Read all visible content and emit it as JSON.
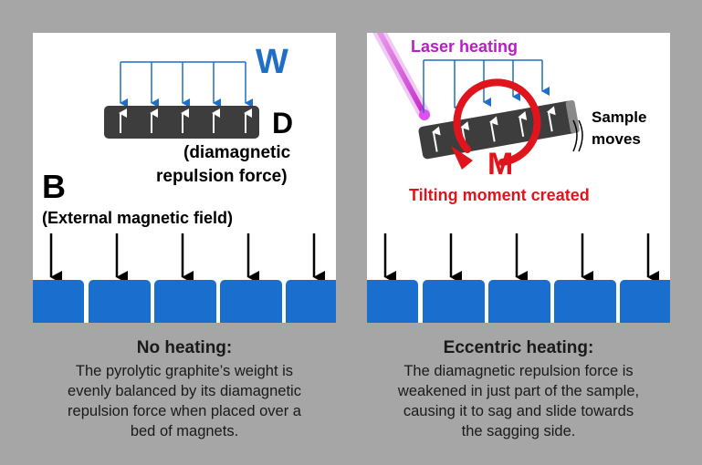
{
  "left_panel": {
    "weight_label": "W",
    "diamagnetic_label": "D",
    "diamagnetic_desc_line1": "(diamagnetic",
    "diamagnetic_desc_line2": "repulsion force)",
    "field_label": "B",
    "field_desc": "(External magnetic field)"
  },
  "right_panel": {
    "laser_label": "Laser heating",
    "sample_moves_line1": "Sample",
    "sample_moves_line2": "moves",
    "moment_label": "M",
    "tilting_label": "Tilting moment created"
  },
  "captions": {
    "left_title": "No heating:",
    "left_body": [
      "The pyrolytic graphite’s weight is",
      "evenly balanced by its diamagnetic",
      "repulsion force when placed over a",
      "bed of magnets."
    ],
    "right_title": "Eccentric heating:",
    "right_body": [
      "The diamagnetic repulsion force is",
      "weakened in just part of the sample,",
      "causing it to sag and slide towards",
      "the sagging side."
    ]
  },
  "colors": {
    "background": "#a6a6a6",
    "magnet_blue": "#1a6fce",
    "weight_blue": "#1f6fc4",
    "graphite": "#3d3d3d",
    "laser": "#c020c8",
    "moment_red": "#e0141c"
  }
}
